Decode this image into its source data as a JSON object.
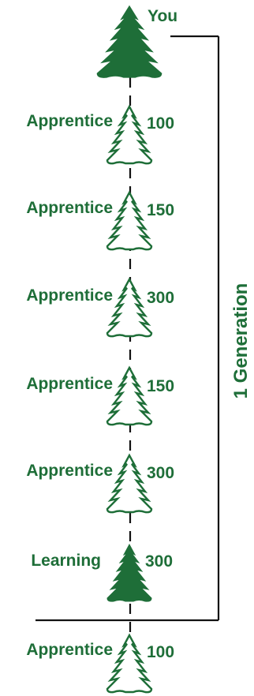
{
  "colors": {
    "green": "#1e6e38",
    "line": "#111111",
    "background": "#ffffff"
  },
  "top": {
    "label": "You",
    "icon": "filled-tree-icon"
  },
  "generation_label": "1 Generation",
  "levels": [
    {
      "label": "Apprentice",
      "value": "100",
      "icon": "outline-tree-icon"
    },
    {
      "label": "Apprentice",
      "value": "150",
      "icon": "outline-tree-icon"
    },
    {
      "label": "Apprentice",
      "value": "300",
      "icon": "outline-tree-icon"
    },
    {
      "label": "Apprentice",
      "value": "150",
      "icon": "outline-tree-icon"
    },
    {
      "label": "Apprentice",
      "value": "300",
      "icon": "outline-tree-icon"
    },
    {
      "label": "Learning",
      "value": "300",
      "icon": "filled-tree-icon"
    },
    {
      "label": "Apprentice",
      "value": "100",
      "icon": "outline-tree-icon"
    }
  ]
}
